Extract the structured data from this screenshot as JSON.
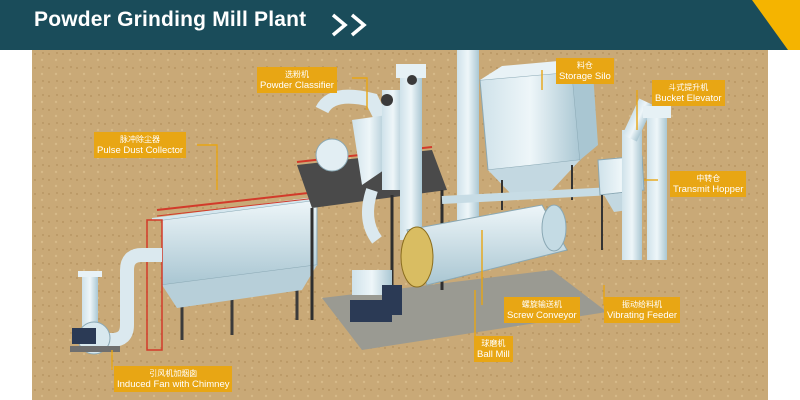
{
  "header": {
    "title": "Powder Grinding Mill Plant",
    "accent_color": "#f5b400",
    "bar_color": "#1a4c5a",
    "icon": "double-chevron-right-icon"
  },
  "labels": [
    {
      "id": "powder-classifier",
      "cn": "选粉机",
      "en": "Powder Classifier"
    },
    {
      "id": "storage-silo",
      "cn": "料仓",
      "en": "Storage Silo"
    },
    {
      "id": "bucket-elevator",
      "cn": "斗式提升机",
      "en": "Bucket Elevator"
    },
    {
      "id": "pulse-dust-collector",
      "cn": "脉冲除尘器",
      "en": "Pulse Dust Collector"
    },
    {
      "id": "transmit-hopper",
      "cn": "中转仓",
      "en": "Transmit Hopper"
    },
    {
      "id": "screw-conveyor",
      "cn": "螺旋输送机",
      "en": "Screw Conveyor"
    },
    {
      "id": "vibrating-feeder",
      "cn": "振动给料机",
      "en": "Vibrating Feeder"
    },
    {
      "id": "ball-mill",
      "cn": "球磨机",
      "en": "Ball Mill"
    },
    {
      "id": "induced-fan",
      "cn": "引风机加烟囱",
      "en": "Induced Fan with Chimney"
    }
  ]
}
